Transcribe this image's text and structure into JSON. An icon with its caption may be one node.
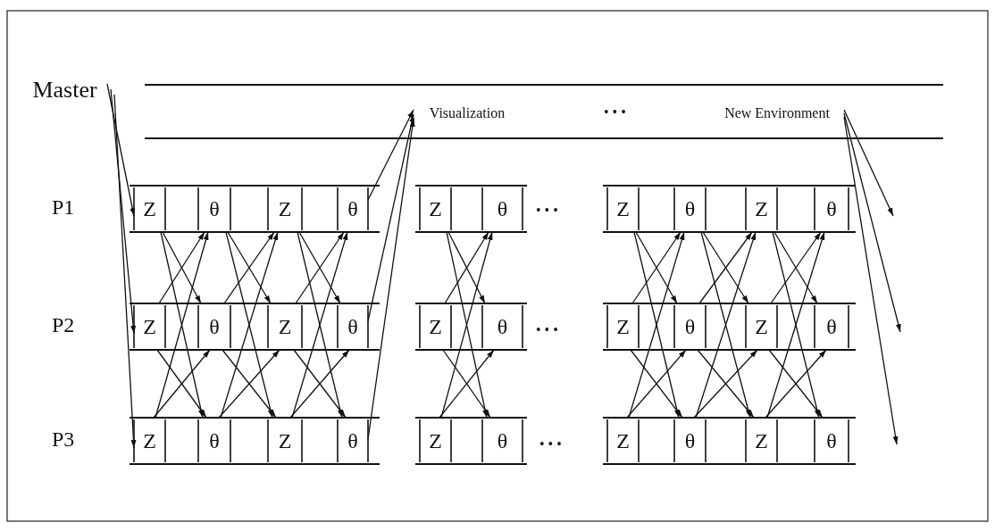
{
  "diagram": {
    "nodes": [
      {
        "text": [
          "Master"
        ]
      },
      {
        "text": [
          "Visualization"
        ]
      },
      {
        "text": [
          "New Environment"
        ]
      },
      {
        "text": [
          "Z"
        ]
      },
      {
        "text": [
          "θ"
        ]
      },
      {
        "text": [
          "Z"
        ]
      },
      {
        "text": [
          "θ"
        ]
      },
      {
        "text": [
          "Z"
        ]
      },
      {
        "text": [
          "θ"
        ]
      },
      {
        "text": [
          "Z"
        ]
      },
      {
        "text": [
          "θ"
        ]
      },
      {
        "text": [
          "Z"
        ]
      },
      {
        "text": [
          "θ"
        ]
      },
      {
        "text": [
          "Z"
        ]
      },
      {
        "text": [
          "θ"
        ]
      },
      {
        "text": [
          "Z"
        ]
      },
      {
        "text": [
          "θ"
        ]
      },
      {
        "text": [
          "Z"
        ]
      },
      {
        "text": [
          "θ"
        ]
      },
      {
        "text": [
          "Z"
        ]
      },
      {
        "text": [
          "θ"
        ]
      },
      {
        "text": [
          "Z"
        ]
      },
      {
        "text": [
          "θ"
        ]
      },
      {
        "text": [
          "Z"
        ]
      },
      {
        "text": [
          "θ"
        ]
      },
      {
        "text": [
          "Z"
        ]
      },
      {
        "text": [
          "θ"
        ]
      },
      {
        "text": [
          "Z"
        ]
      },
      {
        "text": [
          "θ"
        ]
      },
      {
        "text": [
          "Z"
        ]
      },
      {
        "text": [
          "θ"
        ]
      },
      {
        "text": [
          "Z"
        ]
      },
      {
        "text": [
          "θ"
        ]
      }
    ],
    "edges": [
      {
        "from": 0,
        "to": 3,
        "arrow": "to"
      },
      {
        "from": 0,
        "to": 13,
        "arrow": "to"
      },
      {
        "from": 0,
        "to": 23,
        "arrow": "to"
      },
      {
        "from": 3,
        "to": 14,
        "arrow": "to"
      },
      {
        "from": 3,
        "to": 24,
        "arrow": "to"
      },
      {
        "from": 13,
        "to": 4,
        "arrow": "to"
      },
      {
        "from": 13,
        "to": 24,
        "arrow": "to"
      },
      {
        "from": 23,
        "to": 4,
        "arrow": "to"
      },
      {
        "from": 23,
        "to": 14,
        "arrow": "to"
      },
      {
        "from": 4,
        "to": 15,
        "arrow": "to"
      },
      {
        "from": 4,
        "to": 25,
        "arrow": "to"
      },
      {
        "from": 14,
        "to": 5,
        "arrow": "to"
      },
      {
        "from": 14,
        "to": 25,
        "arrow": "to"
      },
      {
        "from": 24,
        "to": 5,
        "arrow": "to"
      },
      {
        "from": 24,
        "to": 15,
        "arrow": "to"
      },
      {
        "from": 5,
        "to": 16,
        "arrow": "to"
      },
      {
        "from": 5,
        "to": 26,
        "arrow": "to"
      },
      {
        "from": 15,
        "to": 6,
        "arrow": "to"
      },
      {
        "from": 15,
        "to": 26,
        "arrow": "to"
      },
      {
        "from": 25,
        "to": 6,
        "arrow": "to"
      },
      {
        "from": 25,
        "to": 16,
        "arrow": "to"
      },
      {
        "from": 6,
        "to": 1,
        "arrow": "to"
      },
      {
        "from": 16,
        "to": 1,
        "arrow": "to"
      },
      {
        "from": 26,
        "to": 1,
        "arrow": "to"
      },
      {
        "from": 7,
        "to": 18,
        "arrow": "to"
      },
      {
        "from": 7,
        "to": 28,
        "arrow": "to"
      },
      {
        "from": 17,
        "to": 8,
        "arrow": "to"
      },
      {
        "from": 17,
        "to": 28,
        "arrow": "to"
      },
      {
        "from": 27,
        "to": 8,
        "arrow": "to"
      },
      {
        "from": 27,
        "to": 18,
        "arrow": "to"
      },
      {
        "from": 9,
        "to": 20,
        "arrow": "to"
      },
      {
        "from": 9,
        "to": 30,
        "arrow": "to"
      },
      {
        "from": 19,
        "to": 10,
        "arrow": "to"
      },
      {
        "from": 19,
        "to": 30,
        "arrow": "to"
      },
      {
        "from": 29,
        "to": 10,
        "arrow": "to"
      },
      {
        "from": 29,
        "to": 20,
        "arrow": "to"
      },
      {
        "from": 10,
        "to": 21,
        "arrow": "to"
      },
      {
        "from": 10,
        "to": 31,
        "arrow": "to"
      },
      {
        "from": 20,
        "to": 11,
        "arrow": "to"
      },
      {
        "from": 20,
        "to": 31,
        "arrow": "to"
      },
      {
        "from": 30,
        "to": 11,
        "arrow": "to"
      },
      {
        "from": 30,
        "to": 21,
        "arrow": "to"
      },
      {
        "from": 11,
        "to": 22,
        "arrow": "to"
      },
      {
        "from": 11,
        "to": 32,
        "arrow": "to"
      },
      {
        "from": 21,
        "to": 12,
        "arrow": "to"
      },
      {
        "from": 21,
        "to": 32,
        "arrow": "to"
      },
      {
        "from": 31,
        "to": 12,
        "arrow": "to"
      },
      {
        "from": 31,
        "to": 22,
        "arrow": "to"
      },
      {
        "from": 2,
        "to": null,
        "arrow": "to"
      },
      {
        "from": 2,
        "to": null,
        "arrow": "to"
      },
      {
        "from": 2,
        "to": null,
        "arrow": "to"
      }
    ],
    "labels": [
      "P1",
      "P2",
      "P3",
      "• • •",
      "• • •",
      "• • •",
      "• • •"
    ]
  }
}
